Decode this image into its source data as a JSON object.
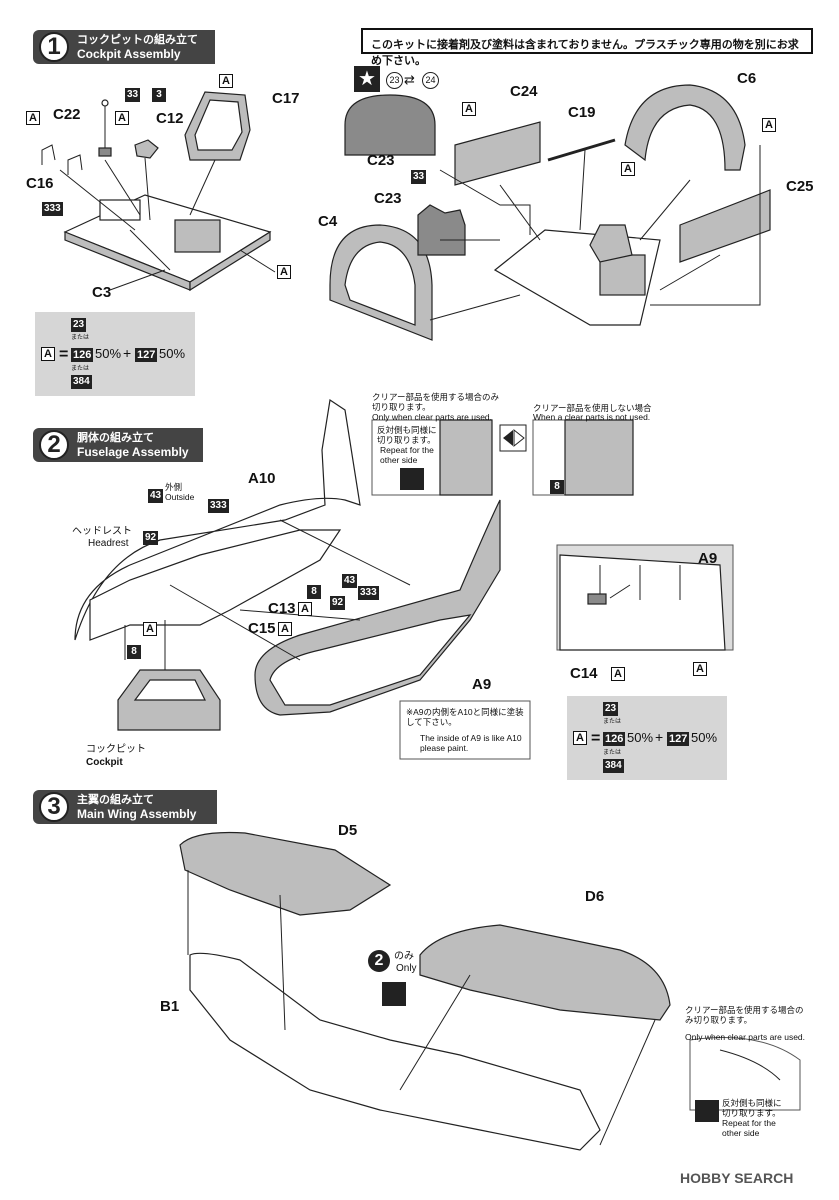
{
  "notice": "このキットに接着剤及び塗料は含まれておりません。プラスチック専用の物を別にお求め下さい。",
  "steps": [
    {
      "number": "1",
      "jp": "コックピットの組み立て",
      "en": "Cockpit Assembly"
    },
    {
      "number": "2",
      "jp": "胴体の組み立て",
      "en": "Fuselage Assembly"
    },
    {
      "number": "3",
      "jp": "主翼の組み立て",
      "en": "Main Wing Assembly"
    }
  ],
  "step1": {
    "labels": {
      "c22": "C22",
      "c12": "C12",
      "c17": "C17",
      "c16": "C16",
      "c3": "C3",
      "c24": "C24",
      "c19": "C19",
      "c6": "C6",
      "c23a": "C23",
      "c23b": "C23",
      "c4": "C4",
      "c25": "C25"
    },
    "codes": {
      "c33a": "33",
      "c3b": "3",
      "c333": "333",
      "c33b": "33"
    },
    "decals": {
      "d23": "23",
      "d24": "24"
    },
    "A": "A"
  },
  "paint_mix": {
    "top": "23",
    "or1": "または",
    "bottom": "384",
    "a": "A",
    "eq": "=",
    "c1": "126",
    "p1": "50%",
    "plus": "+",
    "c2": "127",
    "p2": "50%"
  },
  "step2": {
    "clear_used_jp": "クリアー部品を使用する場合のみ切り取ります。",
    "clear_used_en": "Only when clear parts are used.",
    "clear_not_jp": "クリアー部品を使用しない場合",
    "clear_not_en": "When a clear parts is not used.",
    "repeat_jp": "反対側も同様に切り取ります。",
    "repeat_en": "Repeat for the other side",
    "code8a": "8",
    "outside_jp": "外側",
    "outside_en": "Outside",
    "code43": "43",
    "code333a": "333",
    "a10": "A10",
    "headrest_jp": "ヘッドレスト",
    "headrest_en": "Headrest",
    "code92a": "92",
    "code8b": "8",
    "code43b": "43",
    "code92b": "92",
    "code333b": "333",
    "c13": "C13",
    "c15": "C15",
    "code8c": "8",
    "a9": "A9",
    "a9b": "A9",
    "c14": "C14",
    "note_jp": "※A9の内側をA10と同様に塗装して下さい。",
    "note_en": "The inside of A9 is like A10 please paint.",
    "cockpit_jp": "コックピット",
    "cockpit_en": "Cockpit"
  },
  "step3": {
    "d5": "D5",
    "d6": "D6",
    "b1": "B1",
    "only_num": "2",
    "only_jp": "のみ",
    "only_en": "Only",
    "clear_used_jp": "クリアー部品を使用する場合のみ切り取ります。",
    "clear_used_en": "Only when clear parts are used.",
    "repeat_jp": "反対側も同様に切り取ります。",
    "repeat_en": "Repeat for the other side"
  },
  "watermark": "HOBBY SEARCH"
}
